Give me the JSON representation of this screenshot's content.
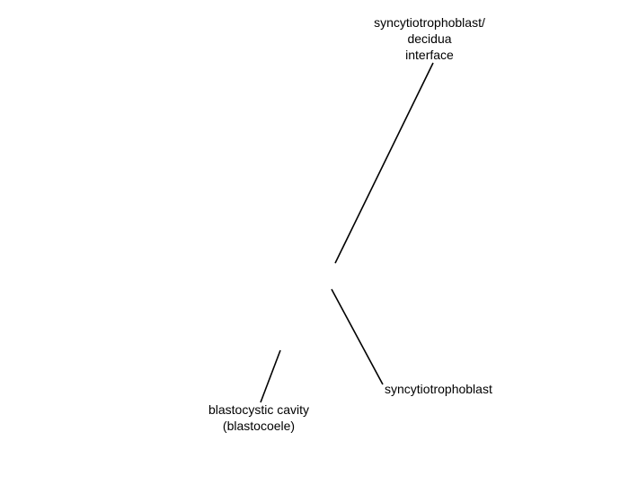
{
  "diagram": {
    "labels": {
      "interface": {
        "lines": [
          "syncytiotrophoblast/",
          "decidua",
          "interface"
        ]
      },
      "syncytiotrophoblast": {
        "text": "syncytiotrophoblast"
      },
      "cavity": {
        "lines": [
          "blastocystic cavity",
          "(blastocoele)"
        ]
      }
    },
    "colors": {
      "text": "#000000",
      "line": "#000000",
      "background": "#ffffff"
    }
  }
}
